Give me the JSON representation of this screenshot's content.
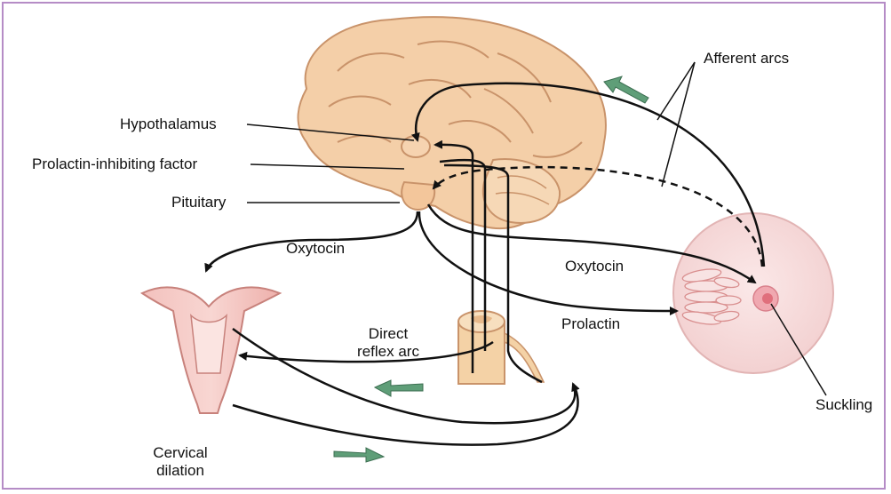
{
  "labels": {
    "hypothalamus": "Hypothalamus",
    "prolactin_inhibiting_factor": "Prolactin-inhibiting factor",
    "pituitary": "Pituitary",
    "oxytocin_uterus": "Oxytocin",
    "oxytocin_breast": "Oxytocin",
    "prolactin": "Prolactin",
    "afferent_arcs": "Afferent arcs",
    "direct_reflex_arc_line1": "Direct",
    "direct_reflex_arc_line2": "reflex arc",
    "suckling": "Suckling",
    "cervical_dilation_line1": "Cervical",
    "cervical_dilation_line2": "dilation"
  },
  "colors": {
    "frame": "#b58cc6",
    "brain": "#f4cfa8",
    "brain_stroke": "#c9936a",
    "uterus": "#f2b8b4",
    "breast": "#f7dcdc",
    "nipple": "#e88a95",
    "spinal_cord": "#f4d2a6",
    "arrow_green": "#5f9e78",
    "line": "#111111"
  }
}
